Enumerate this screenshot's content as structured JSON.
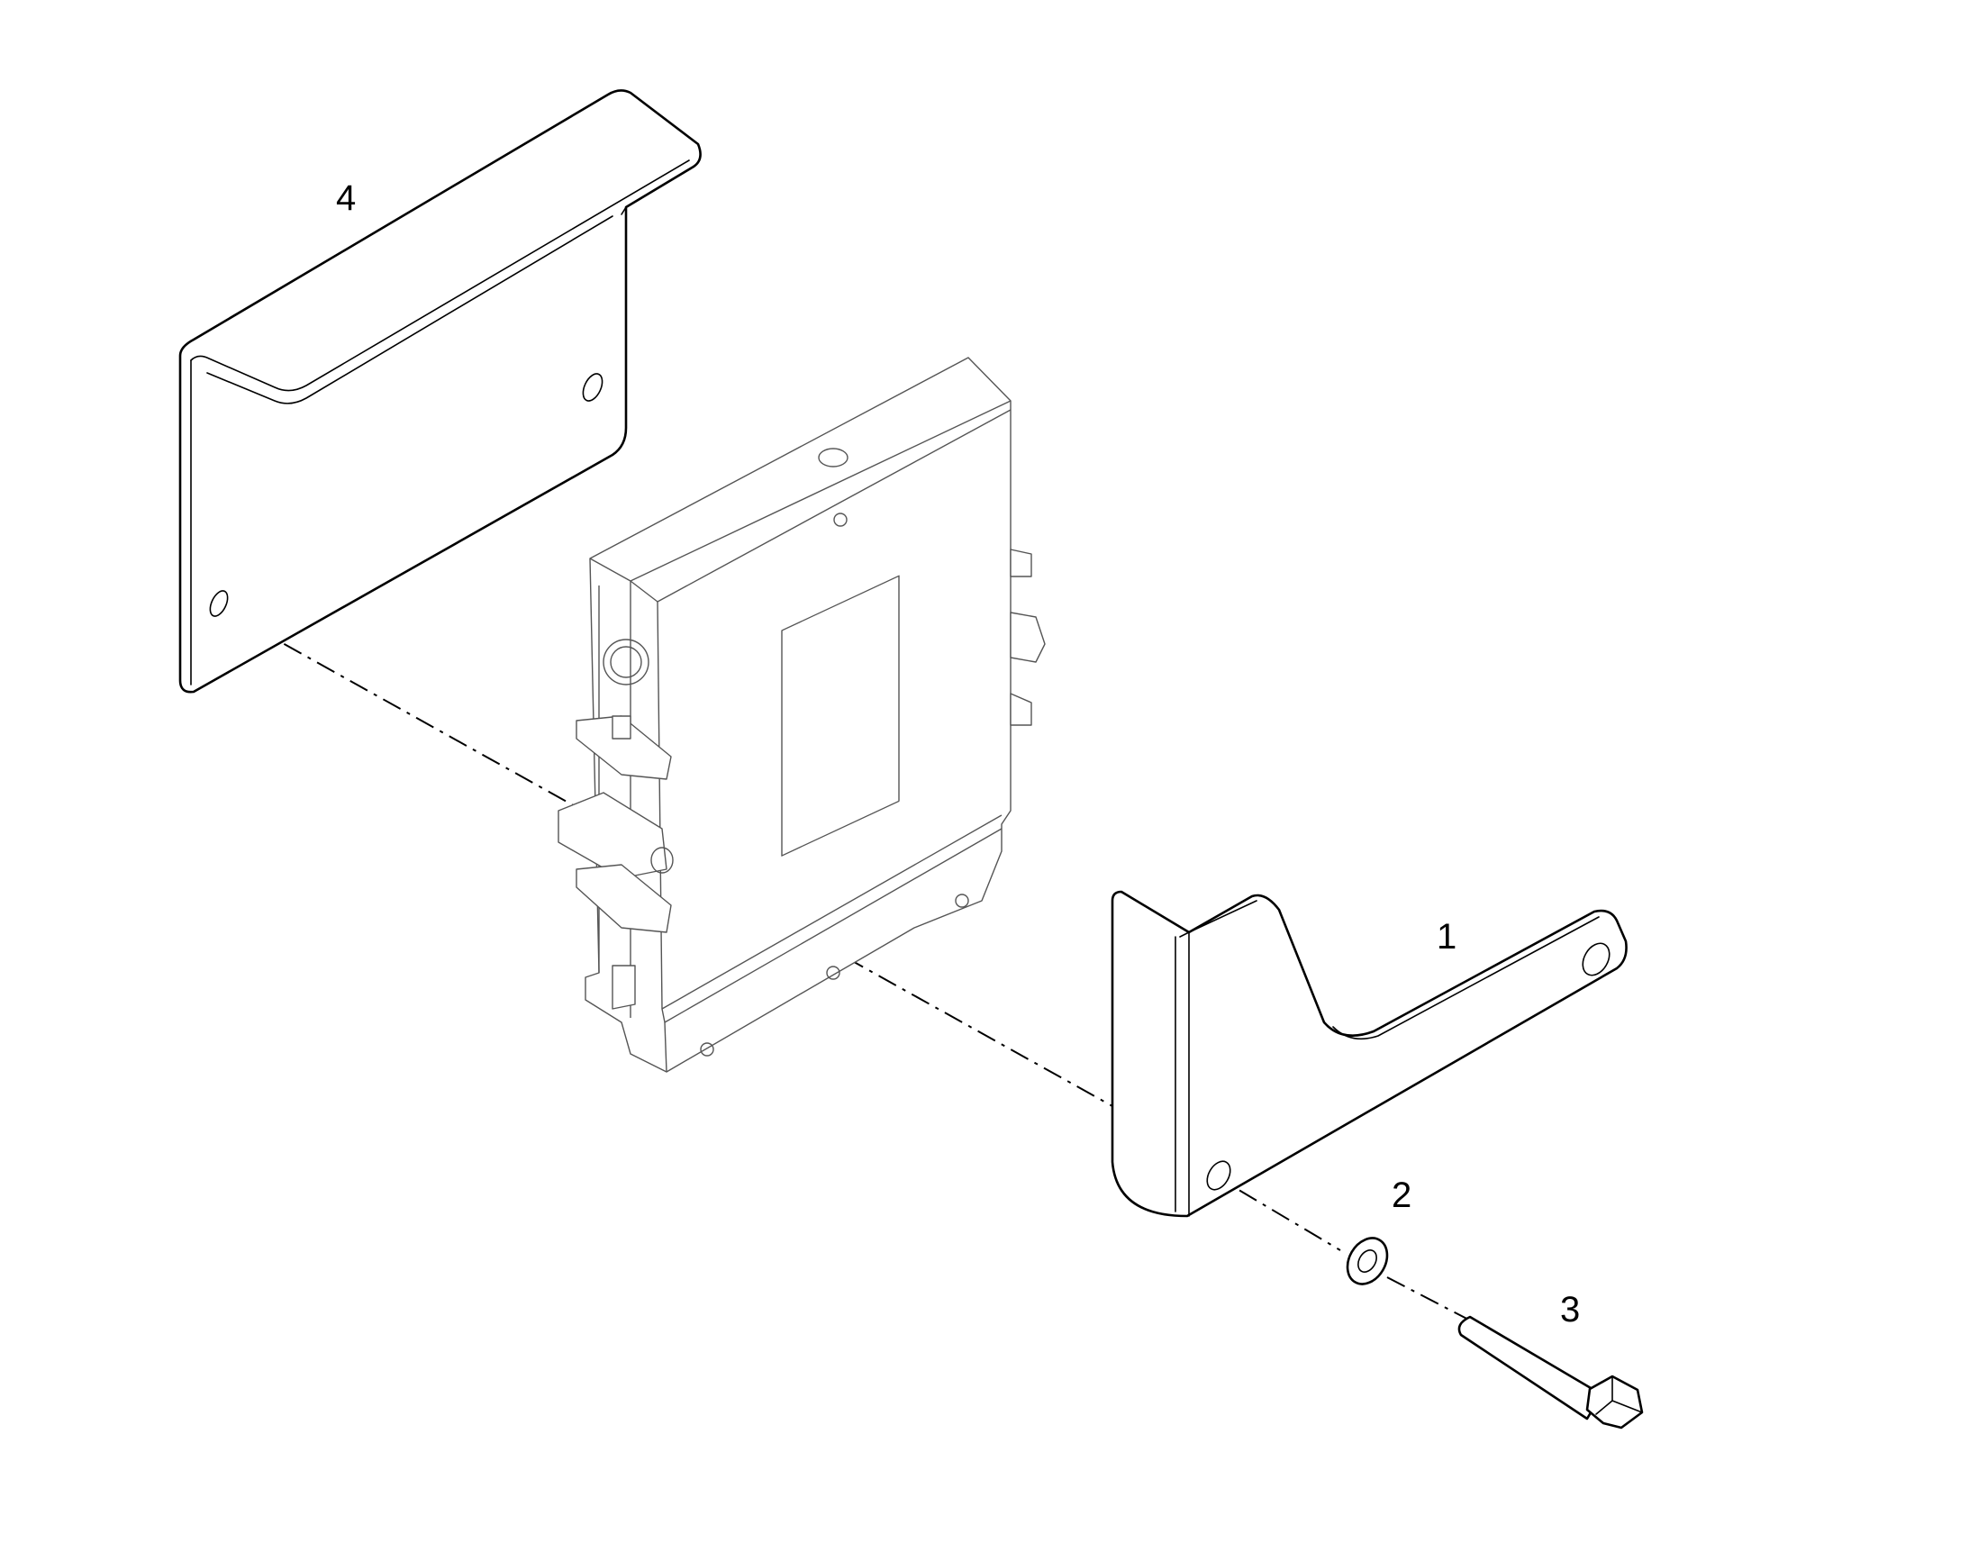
{
  "callouts": {
    "bracket_right": "1",
    "washer": "2",
    "bolt": "3",
    "bracket_left": "4"
  },
  "colors": {
    "line": "#000000",
    "background": "#ffffff"
  }
}
